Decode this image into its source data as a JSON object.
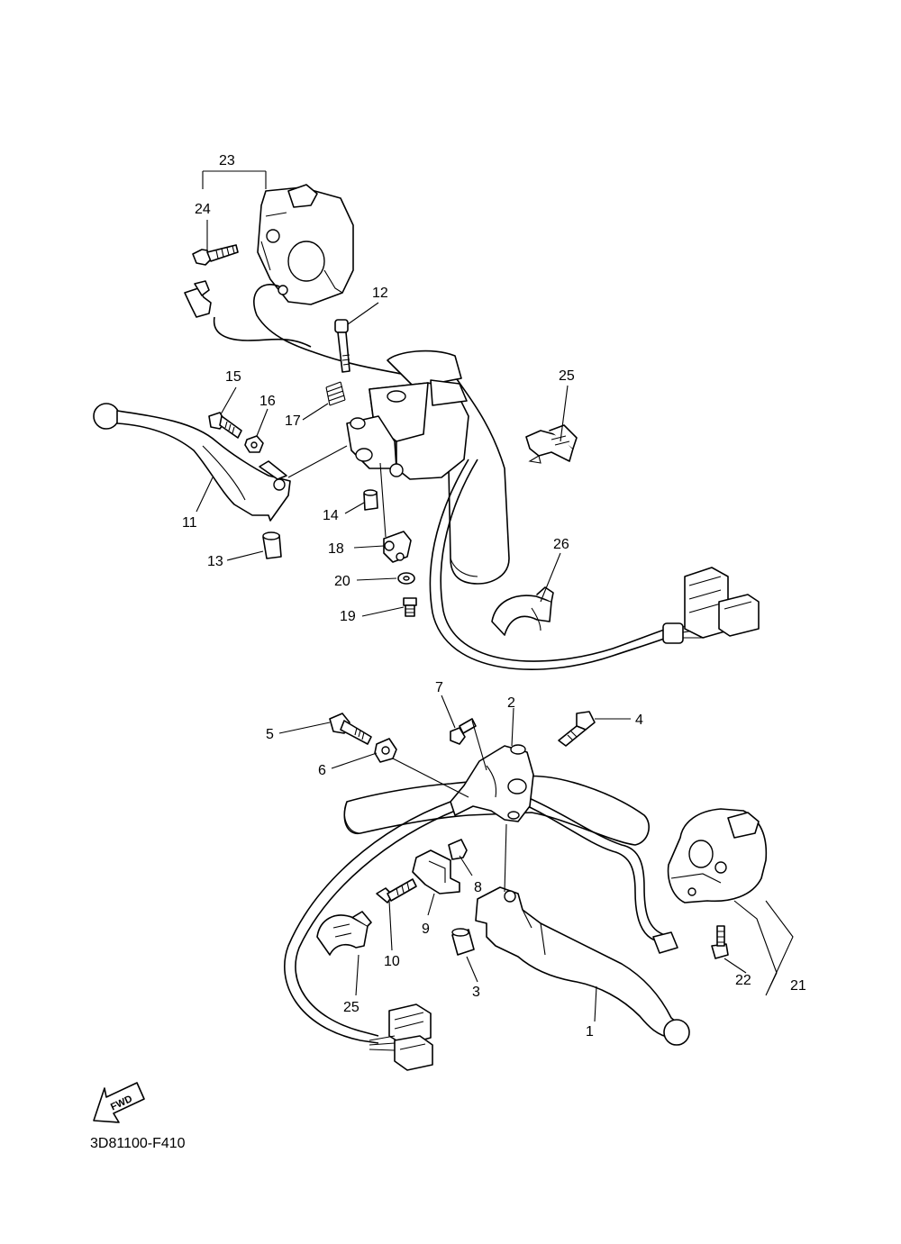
{
  "diagram_code": "3D81100-F410",
  "fwd_label": "FWD",
  "callouts": [
    {
      "id": "23",
      "text": "23"
    },
    {
      "id": "24",
      "text": "24"
    },
    {
      "id": "12",
      "text": "12"
    },
    {
      "id": "15",
      "text": "15"
    },
    {
      "id": "16",
      "text": "16"
    },
    {
      "id": "17",
      "text": "17"
    },
    {
      "id": "25a",
      "text": "25"
    },
    {
      "id": "11",
      "text": "11"
    },
    {
      "id": "14",
      "text": "14"
    },
    {
      "id": "26",
      "text": "26"
    },
    {
      "id": "18",
      "text": "18"
    },
    {
      "id": "13",
      "text": "13"
    },
    {
      "id": "20",
      "text": "20"
    },
    {
      "id": "19",
      "text": "19"
    },
    {
      "id": "7",
      "text": "7"
    },
    {
      "id": "2",
      "text": "2"
    },
    {
      "id": "4",
      "text": "4"
    },
    {
      "id": "5",
      "text": "5"
    },
    {
      "id": "6",
      "text": "6"
    },
    {
      "id": "8",
      "text": "8"
    },
    {
      "id": "9",
      "text": "9"
    },
    {
      "id": "10",
      "text": "10"
    },
    {
      "id": "25b",
      "text": "25"
    },
    {
      "id": "3",
      "text": "3"
    },
    {
      "id": "22",
      "text": "22"
    },
    {
      "id": "21",
      "text": "21"
    },
    {
      "id": "1",
      "text": "1"
    }
  ]
}
